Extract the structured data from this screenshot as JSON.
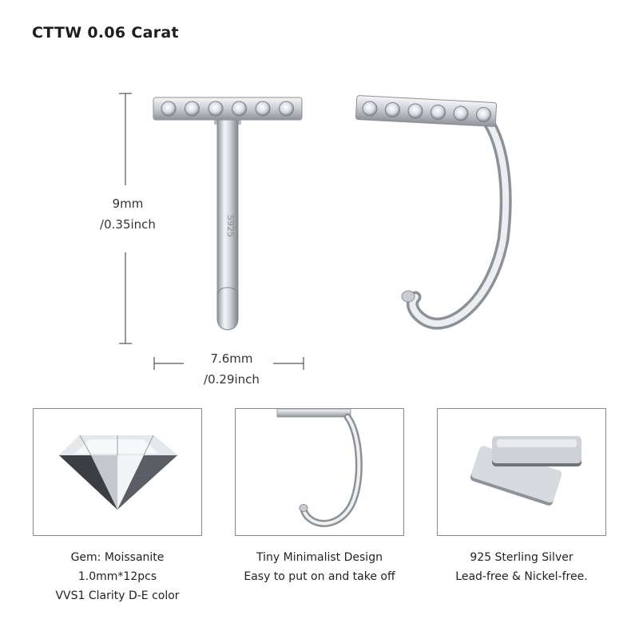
{
  "title": "CTTW 0.06 Carat",
  "dimensions": {
    "height_mm": "9mm",
    "height_inch": "/0.35inch",
    "width_mm": "7.6mm",
    "width_inch": "/0.29inch"
  },
  "stamp": "S925",
  "features": [
    {
      "line1": "Gem: Moissanite",
      "line2": "1.0mm*12pcs",
      "line3": "VVS1 Clarity D-E color"
    },
    {
      "line1": "Tiny Minimalist Design",
      "line2": "Easy to put on and take off"
    },
    {
      "line1": "925 Sterling Silver",
      "line2": "Lead-free & Nickel-free."
    }
  ],
  "colors": {
    "silver": "#c9cdd2",
    "silver_dark": "#8c9198",
    "border": "#8a8a8a",
    "text": "#222222"
  }
}
